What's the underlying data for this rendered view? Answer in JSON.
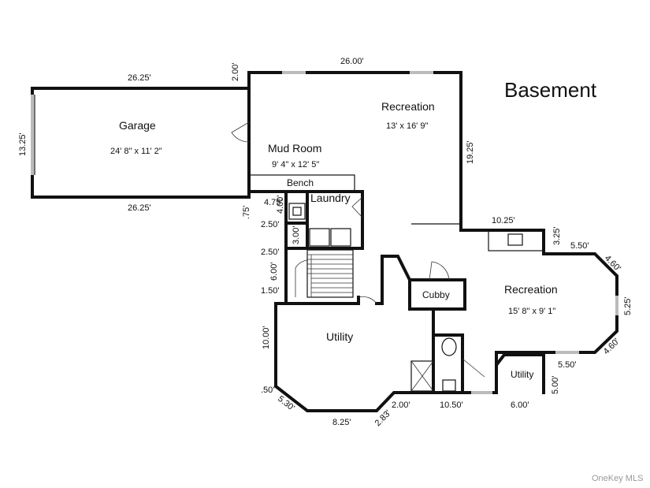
{
  "title": "Basement",
  "credit": "OneKey MLS",
  "rooms": {
    "garage": {
      "label": "Garage",
      "size": "24' 8\" x 11' 2\""
    },
    "mud_room": {
      "label": "Mud Room",
      "size": "9' 4\" x 12' 5\""
    },
    "recreation_1": {
      "label": "Recreation",
      "size": "13' x 16' 9\""
    },
    "recreation_2": {
      "label": "Recreation",
      "size": "15' 8\" x 9' 1\""
    },
    "utility_1": {
      "label": "Utility"
    },
    "utility_2": {
      "label": "Utility"
    },
    "laundry": {
      "label": "Laundry"
    },
    "bench": {
      "label": "Bench"
    },
    "cubby": {
      "label": "Cubby"
    }
  },
  "dimensions": {
    "garage_top": "26.25'",
    "garage_bottom": "26.25'",
    "garage_left": "13.25'",
    "notch_top": "2.00'",
    "rec_top": "26.00'",
    "rec_right": "19.25'",
    "d_4_75": "4.75'",
    "d_4_00": "4.00'",
    "d_0_75": ".75'",
    "d_2_50_a": "2.50'",
    "d_3_00": "3.00'",
    "d_2_50_b": "2.50'",
    "d_6_00_v": "6.00'",
    "d_1_50": "1.50'",
    "d_10_00": "10.00'",
    "d_0_50": ".50'",
    "d_5_30": "5.30'",
    "d_8_25": "8.25'",
    "d_2_83": "2.83'",
    "d_2_00_b": "2.00'",
    "d_10_50": "10.50'",
    "d_6_00_h": "6.00'",
    "d_5_00": "5.00'",
    "d_5_50_b": "5.50'",
    "d_4_60_b": "4.60'",
    "d_5_25": "5.25'",
    "d_4_60_a": "4.60'",
    "d_5_50_a": "5.50'",
    "d_3_25": "3.25'",
    "d_10_25": "10.25'"
  }
}
